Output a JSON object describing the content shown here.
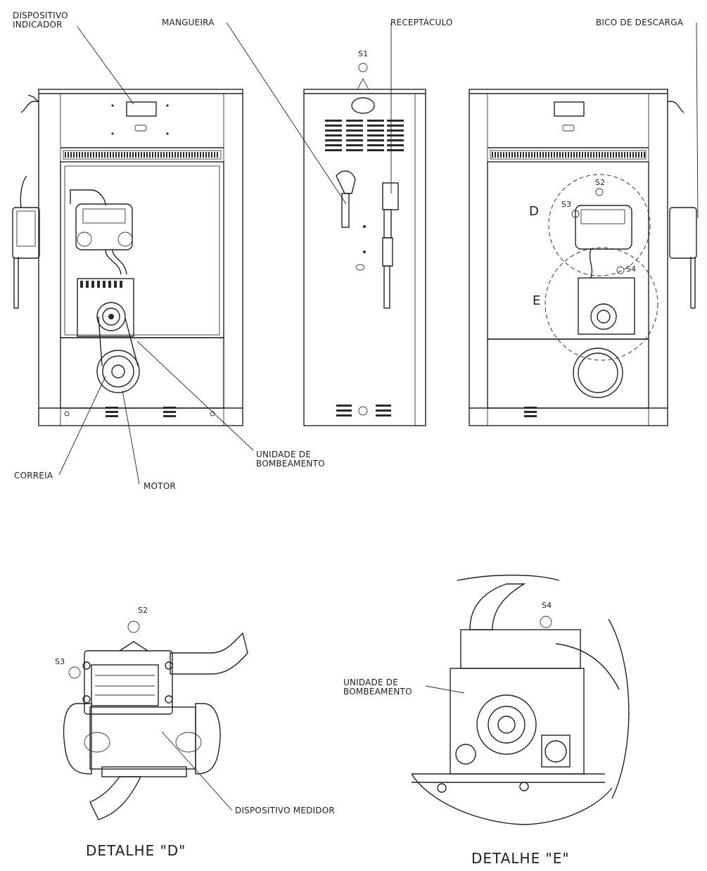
{
  "labels": {
    "indicator": [
      "DISPOSITIVO",
      "INDICADOR"
    ],
    "hose": "MANGUEIRA",
    "receptacle": "RECEPTÁCULO",
    "nozzle": "BICO DE DESCARGA",
    "pump_unit": [
      "UNIDADE DE",
      "BOMBEAMENTO"
    ],
    "belt": "CORREIA",
    "motor": "MOTOR",
    "metering": "DISPOSITIVO MEDIDOR",
    "pump_unit_detail": [
      "UNIDADE DE",
      "BOMBEAMENTO"
    ]
  },
  "seals": {
    "s1": "S1",
    "s2": "S2",
    "s3": "S3",
    "s4": "S4",
    "s2_detail": "S2",
    "s3_detail": "S3",
    "s4_detail": "S4"
  },
  "detail_markers": {
    "d": "D",
    "e": "E"
  },
  "titles": {
    "detail_d": "DETALHE \"D\"",
    "detail_e": "DETALHE \"E\""
  }
}
